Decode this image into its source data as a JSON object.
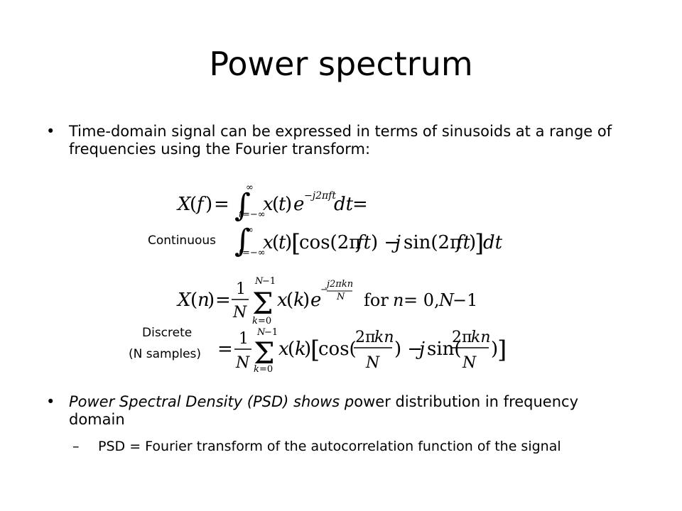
{
  "slide": {
    "title": "Power spectrum",
    "bullet1": "Time-domain signal can be expressed in terms of sinusoids at a range of frequencies using the Fourier transform:",
    "bullet2_italic": "Power Spectral Density (PSD) shows p",
    "bullet2_rest": "ower distribution in frequency domain",
    "sub_bullet": "PSD = Fourier transform of the autocorrelation function of the signal",
    "bullet_glyph": "•",
    "dash_glyph": "–"
  },
  "labels": {
    "continuous": "Continuous",
    "discrete": "Discrete",
    "n_samples": "(N samples)"
  },
  "equations": {
    "continuous_line1": "X(f) = ∫ x(t) e^{−j2πft} dt =",
    "continuous_line2": "∫ x(t)[cos(2πft) − j sin(2πft)] dt",
    "discrete_line1": "X(n) = (1/N) Σ x(k) e^{−j2πkn/N}   for n = 0, N−1",
    "discrete_line2": "= (1/N) Σ x(k)[cos(2πkn/N) − j sin(2πkn/N)]"
  }
}
